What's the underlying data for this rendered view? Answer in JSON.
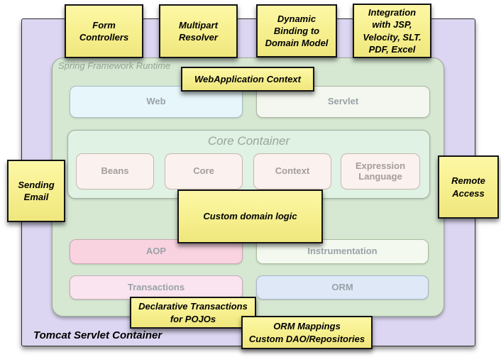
{
  "containers": {
    "tomcat_label": "Tomcat Servlet Container",
    "spring_label": "Spring Framework Runtime"
  },
  "modules": {
    "web": "Web",
    "servlet": "Servlet",
    "core_container_title": "Core Container",
    "beans": "Beans",
    "core": "Core",
    "context": "Context",
    "expression_language": "Expression Language",
    "aop": "AOP",
    "instrumentation": "Instrumentation",
    "transactions": "Transactions",
    "orm": "ORM"
  },
  "notes": {
    "form_controllers": "Form\nControllers",
    "multipart_resolver": "Multipart\nResolver",
    "dynamic_binding": "Dynamic\nBinding to\nDomain Model",
    "integration": "Integration\nwith JSP,\nVelocity, SLT.\nPDF, Excel",
    "webapplication_context": "WebApplication Context",
    "sending_email": "Sending\nEmail",
    "remote_access": "Remote\nAccess",
    "custom_domain_logic": "Custom domain logic",
    "declarative_transactions": "Declarative Transactions\nfor POJOs",
    "orm_mappings": "ORM Mappings\nCustom DAO/Repositories"
  },
  "colors": {
    "tomcat_fill": "#dcd6f2",
    "spring_fill": "#d6e8d2",
    "core_container_fill": "#e0f2e4",
    "web_fill": "#e7f6fa",
    "servlet_fill": "#f3f7ef",
    "inner_box_fill": "#fbf1ee",
    "aop_fill": "#f9d3e0",
    "instrumentation_fill": "#f3f9ee",
    "transactions_fill": "#fae4ef",
    "orm_fill": "#dee8f7",
    "note_fill": "#f6ef8d",
    "muted_text": "#9aa2a8"
  }
}
